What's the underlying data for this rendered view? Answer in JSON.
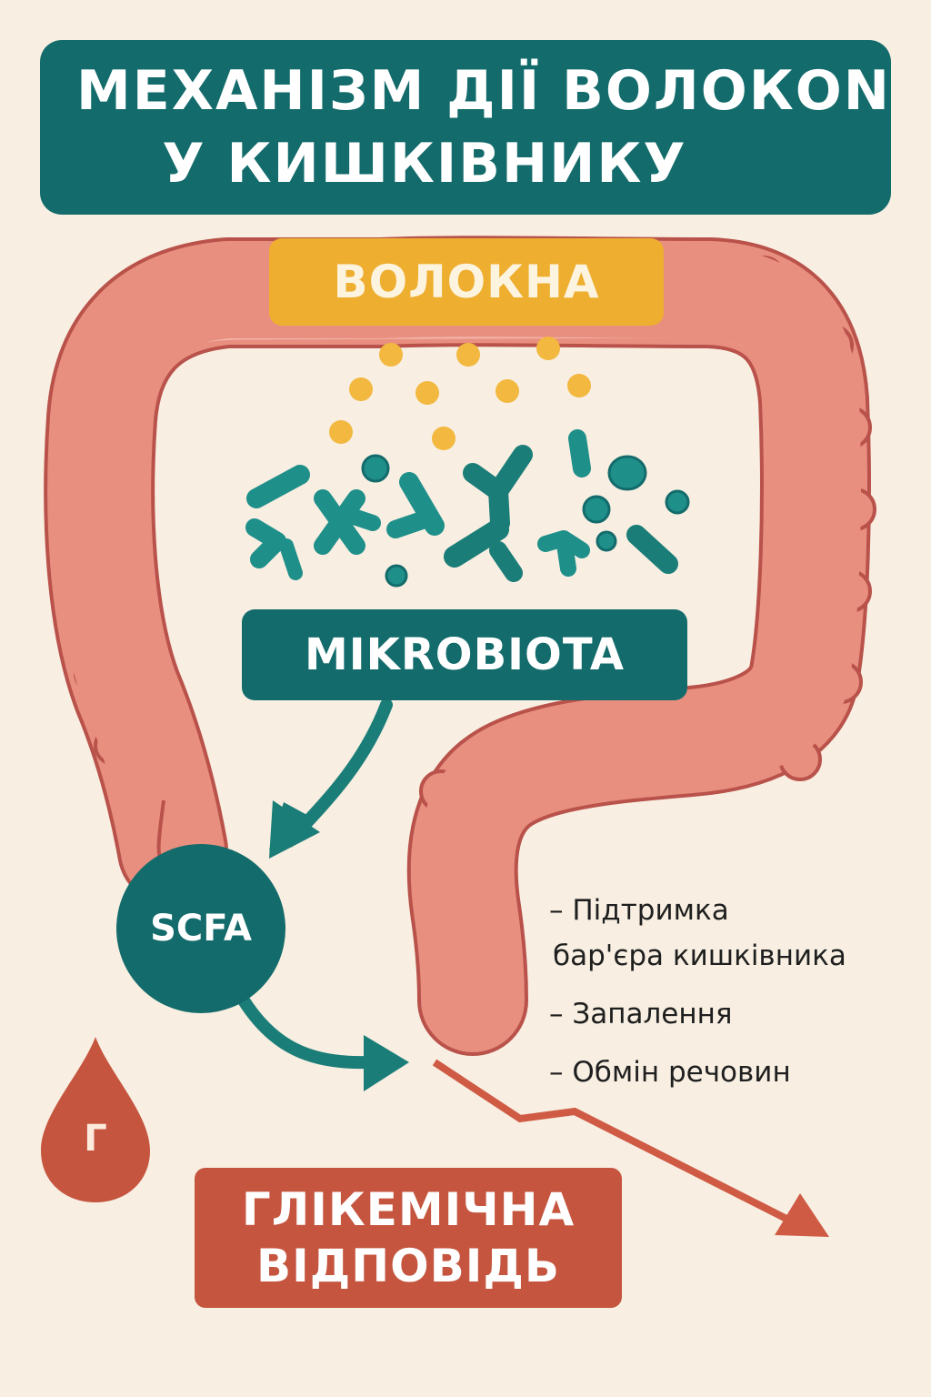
{
  "title": {
    "line1": "МЕХАНІЗМ ДІЇ ВОЛОКОN",
    "line2": "У КИШКІВНИКУ"
  },
  "nodes": {
    "fiber": "ВОЛОКНА",
    "microbiota": "MIKROBIOTA",
    "scfa": "SCFA",
    "glycemic_line1": "ГЛІКЕМІЧНА",
    "glycemic_line2": "ВІДПОВІДЬ",
    "drop_letter": "Г"
  },
  "effects": {
    "item1_line1": "– Підтримка",
    "item1_line2": "бар'єра кишківника",
    "item2": "– Запалення",
    "item3": "– Обмін речовин"
  },
  "colors": {
    "background": "#f8efe2",
    "teal": "#136b6b",
    "bacteria": "#1f8f8a",
    "fiber_yellow": "#eeae2f",
    "intestine": "#e88f80",
    "intestine_outline": "#b9524a",
    "red": "#c5553f"
  },
  "icons": [
    "blood-drop-icon",
    "bacteria-icon",
    "fiber-particle-icon",
    "intestine-illustration"
  ]
}
